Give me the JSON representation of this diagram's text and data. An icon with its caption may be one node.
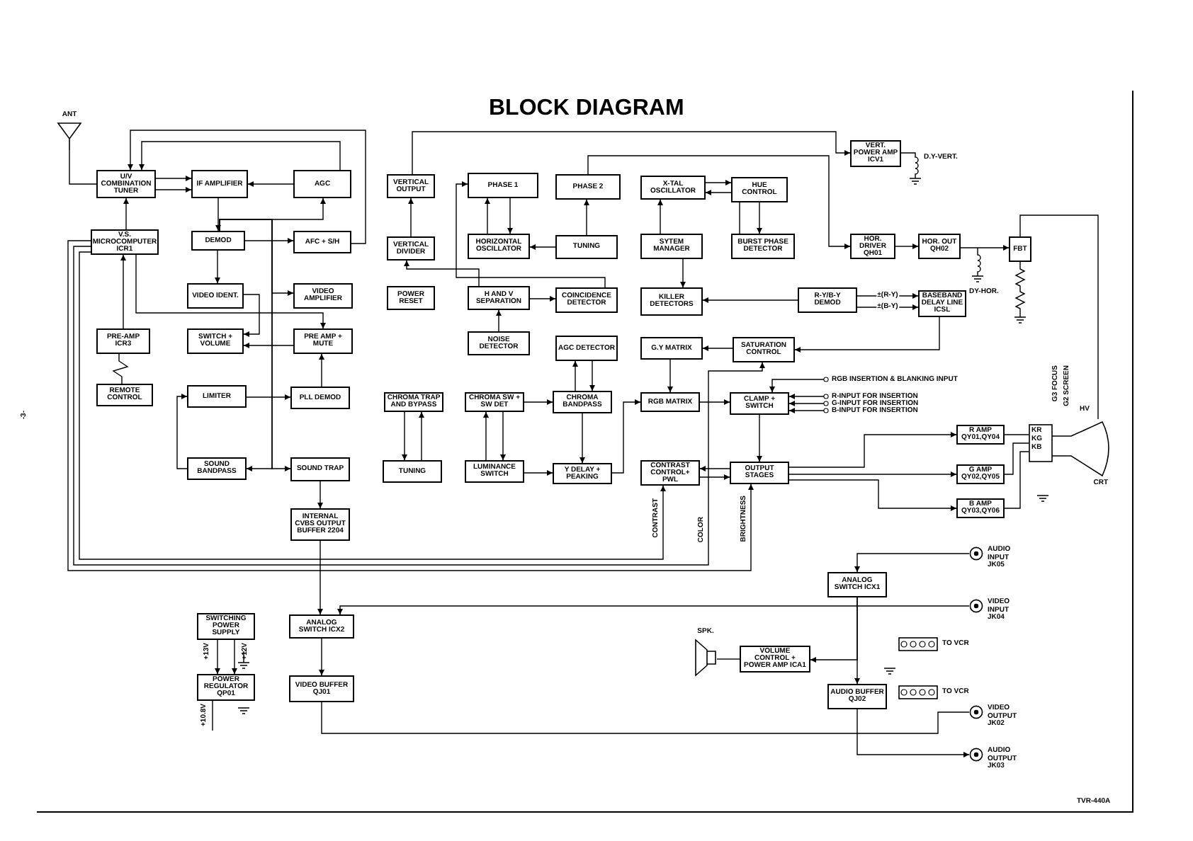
{
  "diagram": {
    "title": "BLOCK DIAGRAM",
    "nodes": [
      {
        "text": [],
        "shape": "antenna",
        "beside": [
          "ANT"
        ]
      },
      {
        "text": [
          "U/V COMBINATION TUNER"
        ]
      },
      {
        "text": [
          "IF AMPLIFIER"
        ]
      },
      {
        "text": [
          "AGC"
        ]
      },
      {
        "text": [
          "V.S. MICROCOMPUTER ICR1"
        ]
      },
      {
        "text": [
          "DEMOD"
        ]
      },
      {
        "text": [
          "AFC + S/H"
        ]
      },
      {
        "text": [
          "VIDEO IDENT."
        ]
      },
      {
        "text": [
          "VIDEO AMPLIFIER"
        ]
      },
      {
        "text": [
          "PRE-AMP ICR3"
        ]
      },
      {
        "text": [
          "SWITCH + VOLUME"
        ]
      },
      {
        "text": [
          "PRE AMP + MUTE"
        ]
      },
      {
        "text": [
          "REMOTE CONTROL"
        ]
      },
      {
        "text": [
          "LIMITER"
        ]
      },
      {
        "text": [
          "PLL DEMOD"
        ]
      },
      {
        "text": [
          "SOUND BANDPASS"
        ]
      },
      {
        "text": [
          "SOUND TRAP"
        ]
      },
      {
        "text": [
          "INTERNAL CVBS OUTPUT BUFFER 2204"
        ]
      },
      {
        "text": [
          "VERTICAL OUTPUT"
        ]
      },
      {
        "text": [
          "VERTICAL DIVIDER"
        ]
      },
      {
        "text": [
          "POWER RESET"
        ]
      },
      {
        "text": [
          "PHASE 1"
        ]
      },
      {
        "text": [
          "PHASE 2"
        ]
      },
      {
        "text": [
          "HORIZONTAL OSCILLATOR"
        ]
      },
      {
        "text": [
          "TUNING"
        ]
      },
      {
        "text": [
          "H AND V SEPARATION"
        ]
      },
      {
        "text": [
          "COINCIDENCE DETECTOR"
        ]
      },
      {
        "text": [
          "NOISE DETECTOR"
        ]
      },
      {
        "text": [
          "AGC DETECTOR"
        ]
      },
      {
        "text": [
          "X-TAL OSCILLATOR"
        ]
      },
      {
        "text": [
          "HUE CONTROL"
        ]
      },
      {
        "text": [
          "SYTEM MANAGER"
        ]
      },
      {
        "text": [
          "BURST PHASE DETECTOR"
        ]
      },
      {
        "text": [
          "KILLER DETECTORS"
        ]
      },
      {
        "text": [
          "R-Y/B-Y DEMOD"
        ]
      },
      {
        "text": [
          "BASEBAND DELAY LINE ICSL"
        ]
      },
      {
        "text": [
          "G.Y MATRIX"
        ]
      },
      {
        "text": [
          "SATURATION CONTROL"
        ]
      },
      {
        "text": [
          "VERT. POWER AMP ICV1"
        ]
      },
      {
        "text": [
          "HOR. DRIVER QH01"
        ]
      },
      {
        "text": [
          "HOR. OUT QH02"
        ]
      },
      {
        "text": [
          "FBT"
        ]
      },
      {
        "text": [
          "CHROMA TRAP AND BYPASS"
        ]
      },
      {
        "text": [
          "CHROMA SW + SW DET"
        ]
      },
      {
        "text": [
          "CHROMA BANDPASS"
        ]
      },
      {
        "text": [
          "RGB MATRIX"
        ]
      },
      {
        "text": [
          "CLAMP + SWITCH"
        ]
      },
      {
        "text": [
          "TUNING"
        ]
      },
      {
        "text": [
          "LUMINANCE SWITCH"
        ]
      },
      {
        "text": [
          "Y DELAY + PEAKING"
        ]
      },
      {
        "text": [
          "CONTRAST CONTROL+ PWL"
        ]
      },
      {
        "text": [
          "OUTPUT STAGES"
        ]
      },
      {
        "text": [
          "R AMP QY01,QY04"
        ]
      },
      {
        "text": [
          "G AMP QY02,QY05"
        ]
      },
      {
        "text": [
          "B AMP QY03,QY06"
        ]
      },
      {
        "text": [],
        "shape": "picture",
        "beside": [
          "CRT"
        ]
      },
      {
        "text": [
          "ANALOG SWITCH ICX1"
        ]
      },
      {
        "text": [
          "SWITCHING POWER SUPPLY"
        ]
      },
      {
        "text": [
          "ANALOG SWITCH ICX2"
        ]
      },
      {
        "text": [
          "POWER REGULATOR QP01"
        ]
      },
      {
        "text": [
          "VIDEO BUFFER QJ01"
        ]
      },
      {
        "text": [],
        "shape": "speaker",
        "beside": [
          "SPK."
        ]
      },
      {
        "text": [
          "VOLUME CONTROL + POWER AMP ICA1"
        ]
      },
      {
        "text": [
          "AUDIO BUFFER QJ02"
        ]
      },
      {
        "text": [],
        "shape": "connector",
        "beside": [
          "TO VCR"
        ]
      },
      {
        "text": [],
        "shape": "connector",
        "beside": [
          "TO VCR"
        ]
      },
      {
        "text": [],
        "shape": "jack",
        "beside": [
          "AUDIO INPUT JK05"
        ]
      },
      {
        "text": [],
        "shape": "jack",
        "beside": [
          "VIDEO INPUT JK04"
        ]
      },
      {
        "text": [],
        "shape": "jack",
        "beside": [
          "VIDEO OUTPUT JK02"
        ]
      },
      {
        "text": [],
        "shape": "jack",
        "beside": [
          "AUDIO OUTPUT JK03"
        ]
      }
    ],
    "edges": [
      {
        "from": 0,
        "to": 1,
        "arrow": "none"
      },
      {
        "from": 1,
        "to": 2,
        "arrow": "to"
      },
      {
        "from": 1,
        "to": 2,
        "arrow": "to"
      },
      {
        "from": 3,
        "to": 2,
        "arrow": "to"
      },
      {
        "from": 3,
        "to": 1,
        "arrow": "to"
      },
      {
        "from": 6,
        "to": 1,
        "arrow": "to"
      },
      {
        "from": 2,
        "to": 5,
        "arrow": "to"
      },
      {
        "from": 5,
        "to": 6,
        "arrow": "to"
      },
      {
        "from": 5,
        "to": 7,
        "arrow": "to"
      },
      {
        "from": 5,
        "to": 3,
        "arrow": "to"
      },
      {
        "from": 7,
        "to": 10,
        "arrow": "to"
      },
      {
        "from": 4,
        "to": 1,
        "arrow": "to"
      },
      {
        "from": 9,
        "to": 4,
        "arrow": "to"
      },
      {
        "from": 12,
        "to": 9,
        "arrow": "none"
      },
      {
        "from": 11,
        "to": 10,
        "arrow": "to"
      },
      {
        "from": 4,
        "to": 11,
        "arrow": "to"
      },
      {
        "from": 13,
        "to": 14,
        "arrow": "to"
      },
      {
        "from": 14,
        "to": 11,
        "arrow": "to"
      },
      {
        "from": 15,
        "to": 13,
        "arrow": "to"
      },
      {
        "from": 5,
        "to": 8,
        "arrow": "to"
      },
      {
        "from": 5,
        "to": 15,
        "arrow": "to"
      },
      {
        "from": 5,
        "to": 16,
        "arrow": "to"
      },
      {
        "from": 16,
        "to": 17,
        "arrow": "to"
      },
      {
        "from": 17,
        "to": 58,
        "arrow": "to"
      },
      {
        "from": 58,
        "to": 60,
        "arrow": "to"
      },
      {
        "from": 57,
        "to": 59,
        "arrow": "to"
      },
      {
        "from": 57,
        "to": 59,
        "arrow": "to"
      },
      {
        "from": 60,
        "to": 68,
        "arrow": "none"
      },
      {
        "from": 56,
        "to": 63,
        "arrow": "to"
      },
      {
        "from": 56,
        "to": 62,
        "arrow": "to"
      },
      {
        "from": 62,
        "to": 61,
        "arrow": "none"
      },
      {
        "from": 63,
        "to": 69,
        "arrow": "to"
      },
      {
        "from": 67,
        "to": 58,
        "arrow": "to"
      },
      {
        "from": 66,
        "to": 56,
        "arrow": "to"
      },
      {
        "from": 19,
        "to": 18,
        "arrow": "to"
      },
      {
        "from": 25,
        "to": 19,
        "arrow": "to"
      },
      {
        "from": 23,
        "to": 21,
        "arrow": "to"
      },
      {
        "from": 21,
        "to": 23,
        "arrow": "to"
      },
      {
        "from": 24,
        "to": 22,
        "arrow": "to"
      },
      {
        "from": 24,
        "to": 23,
        "arrow": "to"
      },
      {
        "from": 25,
        "to": 26,
        "arrow": "to"
      },
      {
        "from": 26,
        "to": 21,
        "arrow": "to"
      },
      {
        "from": 27,
        "to": 25,
        "arrow": "to"
      },
      {
        "from": 29,
        "to": 30,
        "arrow": "to"
      },
      {
        "from": 32,
        "to": 29,
        "arrow": "to"
      },
      {
        "from": 30,
        "to": 32,
        "arrow": "to"
      },
      {
        "from": 31,
        "to": 29,
        "arrow": "to"
      },
      {
        "from": 31,
        "to": 33,
        "arrow": "to"
      },
      {
        "from": 34,
        "to": 33,
        "arrow": "to"
      },
      {
        "from": 34,
        "to": 35,
        "arrow": "to",
        "label": "±(R-Y)"
      },
      {
        "from": 34,
        "to": 35,
        "arrow": "to",
        "label": "±(B-Y)"
      },
      {
        "from": 35,
        "to": 37,
        "arrow": "to"
      },
      {
        "from": 37,
        "to": 36,
        "arrow": "to"
      },
      {
        "from": 36,
        "to": 45,
        "arrow": "to"
      },
      {
        "from": 45,
        "to": 46,
        "arrow": "to"
      },
      {
        "from": 46,
        "to": 51,
        "arrow": "to"
      },
      {
        "from": 51,
        "to": 50,
        "arrow": "to"
      },
      {
        "from": 50,
        "to": 51,
        "arrow": "to"
      },
      {
        "from": 51,
        "to": 52,
        "arrow": "to"
      },
      {
        "from": 51,
        "to": 53,
        "arrow": "to"
      },
      {
        "from": 51,
        "to": 54,
        "arrow": "to"
      },
      {
        "from": 52,
        "to": 55,
        "arrow": "none"
      },
      {
        "from": 53,
        "to": 55,
        "arrow": "none"
      },
      {
        "from": 54,
        "to": 55,
        "arrow": "none"
      },
      {
        "from": 43,
        "to": 44,
        "arrow": "to"
      },
      {
        "from": 44,
        "to": 28,
        "arrow": "to"
      },
      {
        "from": 28,
        "to": 44,
        "arrow": "to"
      },
      {
        "from": 44,
        "to": 49,
        "arrow": "to"
      },
      {
        "from": 49,
        "to": 45,
        "arrow": "to"
      },
      {
        "from": 48,
        "to": 43,
        "arrow": "to"
      },
      {
        "from": 43,
        "to": 48,
        "arrow": "to"
      },
      {
        "from": 42,
        "to": 47,
        "arrow": "to"
      },
      {
        "from": 47,
        "to": 42,
        "arrow": "to"
      },
      {
        "from": 48,
        "to": 49,
        "arrow": "to"
      },
      {
        "from": 18,
        "to": 38,
        "arrow": "to"
      },
      {
        "from": 22,
        "to": 39,
        "arrow": "to"
      },
      {
        "from": 39,
        "to": 40,
        "arrow": "to"
      },
      {
        "from": 40,
        "to": 41,
        "arrow": "to"
      },
      {
        "from": 4,
        "to": 50,
        "arrow": "to"
      },
      {
        "from": 4,
        "to": 37,
        "arrow": "to"
      },
      {
        "from": 4,
        "to": 51,
        "arrow": "to"
      },
      {
        "from": null,
        "to": 46,
        "arrow": "to",
        "label": "RGB INSERTION & BLANKING INPUT"
      },
      {
        "from": null,
        "to": 46,
        "arrow": "to",
        "label": "R-INPUT FOR INSERTION"
      },
      {
        "from": null,
        "to": 46,
        "arrow": "to",
        "label": "G-INPUT FOR INSERTION"
      },
      {
        "from": null,
        "to": 46,
        "arrow": "to",
        "label": "B-INPUT FOR INSERTION"
      },
      {
        "from": 41,
        "to": 55,
        "arrow": "none"
      }
    ],
    "labels": [
      "-3-",
      "D.Y-VERT.",
      "DY-HOR.",
      "KR",
      "KG",
      "KB",
      "G3 FOCUS",
      "G2 SCREEN",
      "HV",
      "CONTRAST",
      "COLOR",
      "BRIGHTNESS",
      "+13V",
      "+12V",
      "+10.8V",
      "TVR-440A"
    ]
  }
}
